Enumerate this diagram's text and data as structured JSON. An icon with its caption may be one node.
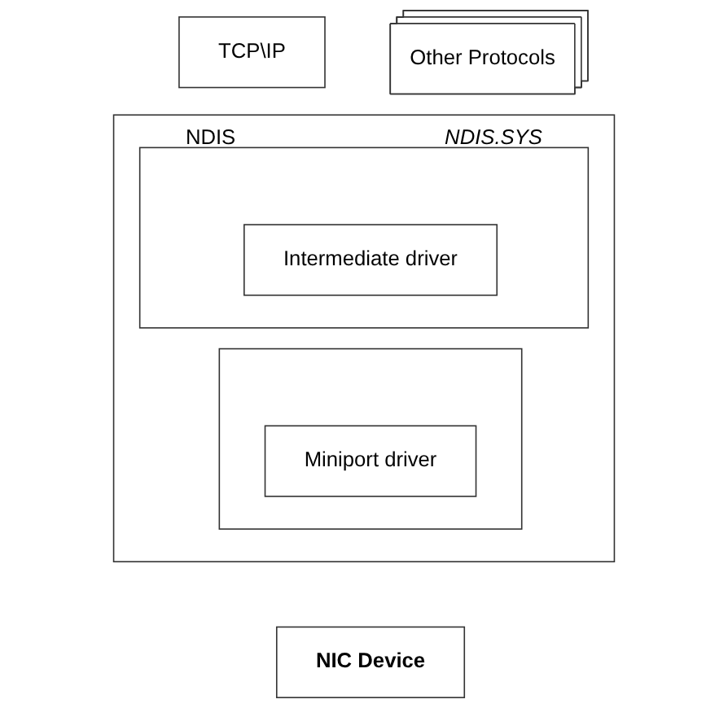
{
  "diagram": {
    "nodes": [
      {
        "text": [
          "TCP\\IP"
        ]
      },
      {
        "text": [
          "Other Protocols"
        ]
      },
      {
        "text": [
          "NDIS",
          "NDIS.SYS"
        ]
      },
      {
        "text": [],
        "shape": "box",
        "in": 2
      },
      {
        "text": [
          "Intermediate driver"
        ],
        "in": 3
      },
      {
        "text": [],
        "shape": "box",
        "in": 2
      },
      {
        "text": [
          "Miniport driver"
        ],
        "in": 5
      },
      {
        "text": [
          "NIC Device"
        ]
      }
    ]
  }
}
